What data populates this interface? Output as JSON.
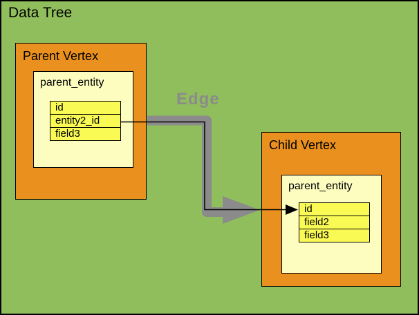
{
  "title": "Data Tree",
  "edge": {
    "label": "Edge",
    "from_field": "entity2_id",
    "to_field": "id"
  },
  "parent_vertex": {
    "label": "Parent Vertex",
    "entity": {
      "name": "parent_entity",
      "fields": [
        "id",
        "entity2_id",
        "field3"
      ]
    }
  },
  "child_vertex": {
    "label": "Child Vertex",
    "entity": {
      "name": "parent_entity",
      "fields": [
        "id",
        "field2",
        "field3"
      ]
    }
  },
  "colors": {
    "background": "#91BE5C",
    "vertex_fill": "#E9901E",
    "entity_fill": "#FDFDC0",
    "field_fill": "#FAFA55",
    "edge_gray": "#8B8B8B",
    "line": "#000000"
  }
}
